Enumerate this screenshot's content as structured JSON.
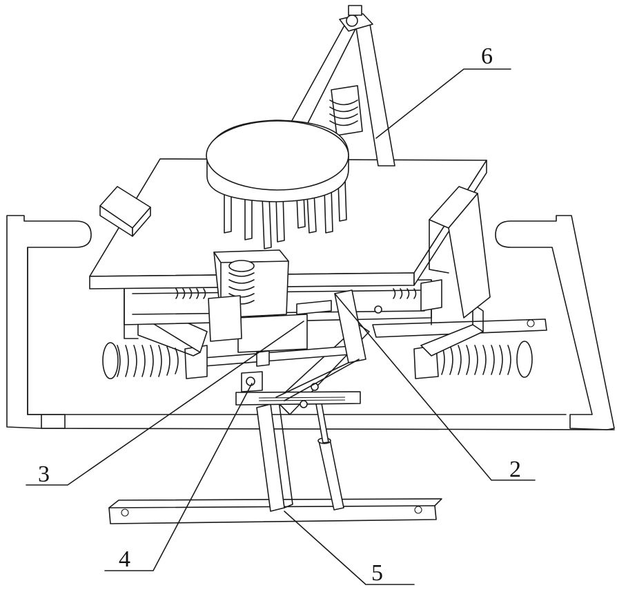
{
  "figure": {
    "callouts": [
      {
        "id": "label-6",
        "text": "6"
      },
      {
        "id": "label-2",
        "text": "2"
      },
      {
        "id": "label-3",
        "text": "3"
      },
      {
        "id": "label-4",
        "text": "4"
      },
      {
        "id": "label-5",
        "text": "5"
      }
    ]
  }
}
